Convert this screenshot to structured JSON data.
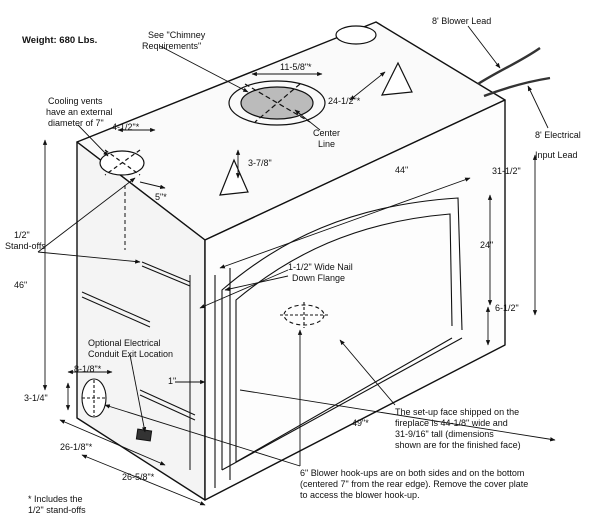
{
  "labels": {
    "weight": "Weight: 680 Lbs.",
    "blower_lead": "8' Blower Lead",
    "electrical_lead_1": "8' Electrical",
    "electrical_lead_2": "Input Lead",
    "chimney_1": "See \"Chimney",
    "chimney_2": "Requirements\"",
    "center_line_1": "Center",
    "center_line_2": "Line",
    "cooling_1": "Cooling vents",
    "cooling_2": "have an external",
    "cooling_3": "diameter of 7\"",
    "standoffs_1": "1/2\"",
    "standoffs_2": "Stand-offs",
    "nail_1": "1-1/2\" Wide Nail",
    "nail_2": "Down Flange",
    "conduit_1": "Optional Electrical",
    "conduit_2": "Conduit Exit Location",
    "setup_1": "The set-up face shipped on the",
    "setup_2": "fireplace is 44-1/8\" wide and",
    "setup_3": "31-9/16\" tall (dimensions",
    "setup_4": "shown are for the finished face)",
    "hookup_1": "6\" Blower hook-ups are on both sides and on the bottom",
    "hookup_2": "(centered 7\" from the rear edge).  Remove the cover plate",
    "hookup_3": "to access the blower hook-up.",
    "footnote_1": "* Includes the",
    "footnote_2": "1/2\" stand-offs"
  },
  "dimensions": {
    "d_11_5_8": "11-5/8\"*",
    "d_24_1_2": "24-1/2\"*",
    "d_4_1_2": "4-1/2\"*",
    "d_3_7_8": "3-7/8\"",
    "d_5": "5\"*",
    "d_44": "44\"",
    "d_31_1_2": "31-1/2\"",
    "d_24": "24\"",
    "d_46": "46\"",
    "d_6_1_2": "6-1/2\"",
    "d_8_1_8": "8-1/8\"*",
    "d_3_1_4": "3-1/4\"",
    "d_1": "1\"",
    "d_49": "49\"*",
    "d_26_1_8": "26-1/8\"*",
    "d_26_5_8": "26-5/8\"*"
  }
}
